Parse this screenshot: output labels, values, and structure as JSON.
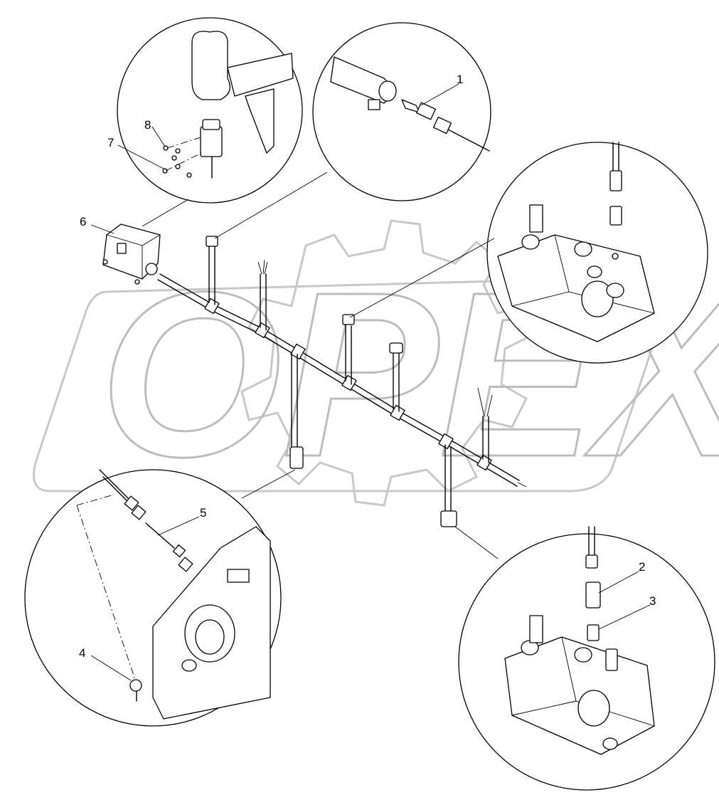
{
  "watermark": {
    "text": "OPEX"
  },
  "corner_mark": "",
  "callouts": [
    {
      "id": "c1",
      "label": "1"
    },
    {
      "id": "c2",
      "label": "2"
    },
    {
      "id": "c3",
      "label": "3"
    },
    {
      "id": "c4",
      "label": "4"
    },
    {
      "id": "c5",
      "label": "5"
    },
    {
      "id": "c6",
      "label": "6"
    },
    {
      "id": "c7",
      "label": "7"
    },
    {
      "id": "c8",
      "label": "8"
    }
  ]
}
